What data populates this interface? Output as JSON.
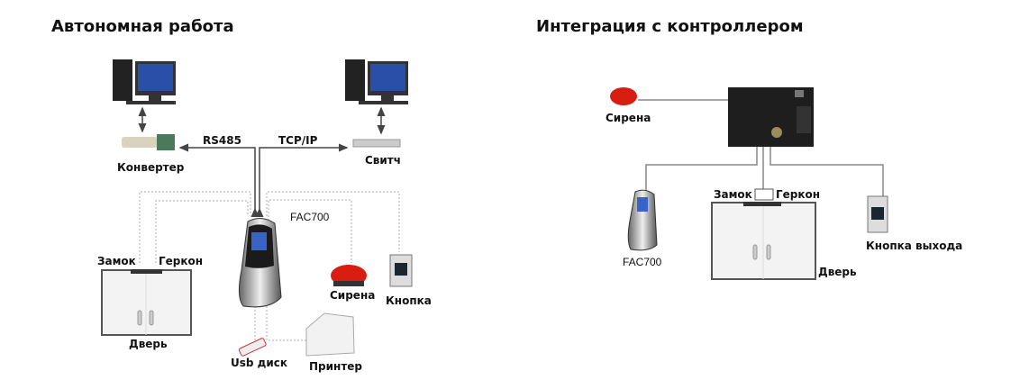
{
  "left": {
    "title": "Автономная работа",
    "labels": {
      "converter": "Конвертер",
      "switch": "Свитч",
      "rs485": "RS485",
      "tcpip": "TCP/IP",
      "device": "FAC700",
      "lock": "Замок",
      "reed": "Геркон",
      "door": "Дверь",
      "siren": "Сирена",
      "button": "Кнопка",
      "usb": "Usb диск",
      "printer": "Принтер"
    }
  },
  "right": {
    "title": "Интеграция с контроллером",
    "labels": {
      "siren": "Сирена",
      "device": "FAC700",
      "lock": "Замок",
      "reed": "Геркон",
      "door": "Дверь",
      "exit_button": "Кнопка выхода"
    }
  },
  "colors": {
    "siren": "#d81e10",
    "screen": "#2a4fa8",
    "board": "#1e1e1e",
    "line": "#888888"
  }
}
